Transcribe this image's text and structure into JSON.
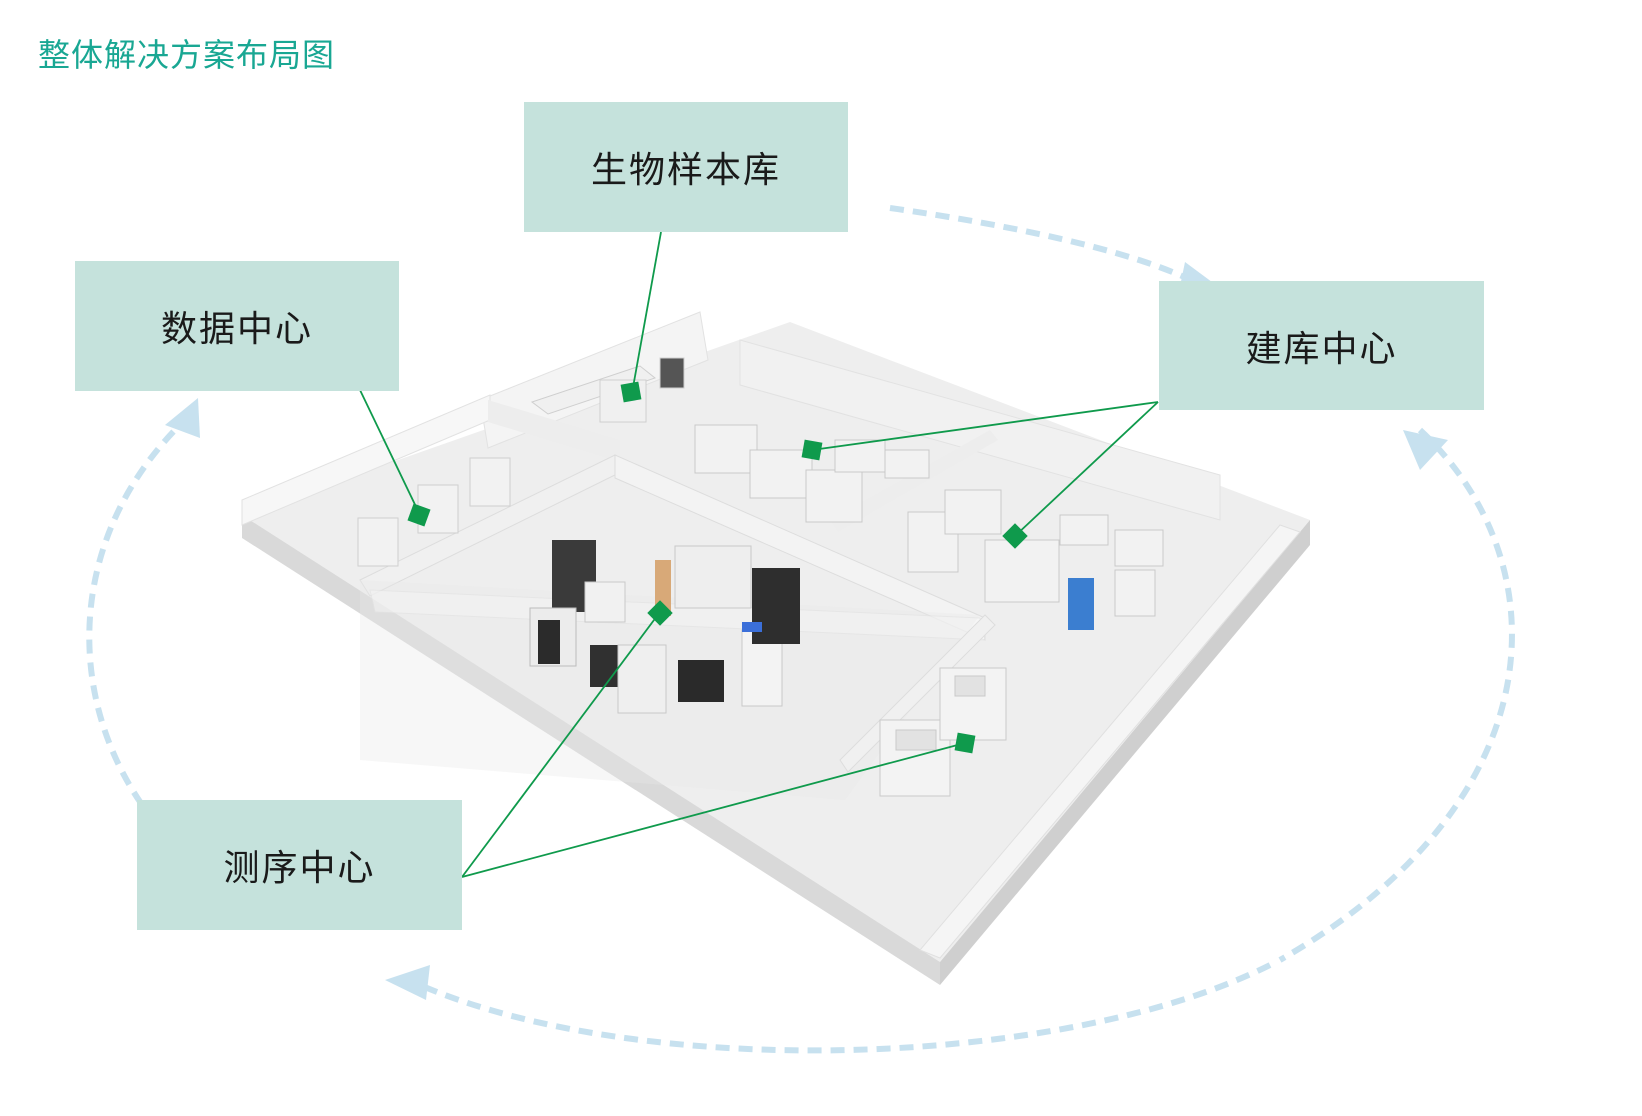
{
  "title": "整体解决方案布局图",
  "areas": {
    "biobank": "生物样本库",
    "data_center": "数据中心",
    "library_center": "建库中心",
    "sequencing_center": "测序中心"
  },
  "colors": {
    "title": "#19a793",
    "box_fill": "#c5e2dc",
    "connector": "#0f9a4c",
    "cycle_arrow": "#c7e1ef",
    "floor": "#eeeeee",
    "wall": "#f6f6f6"
  }
}
